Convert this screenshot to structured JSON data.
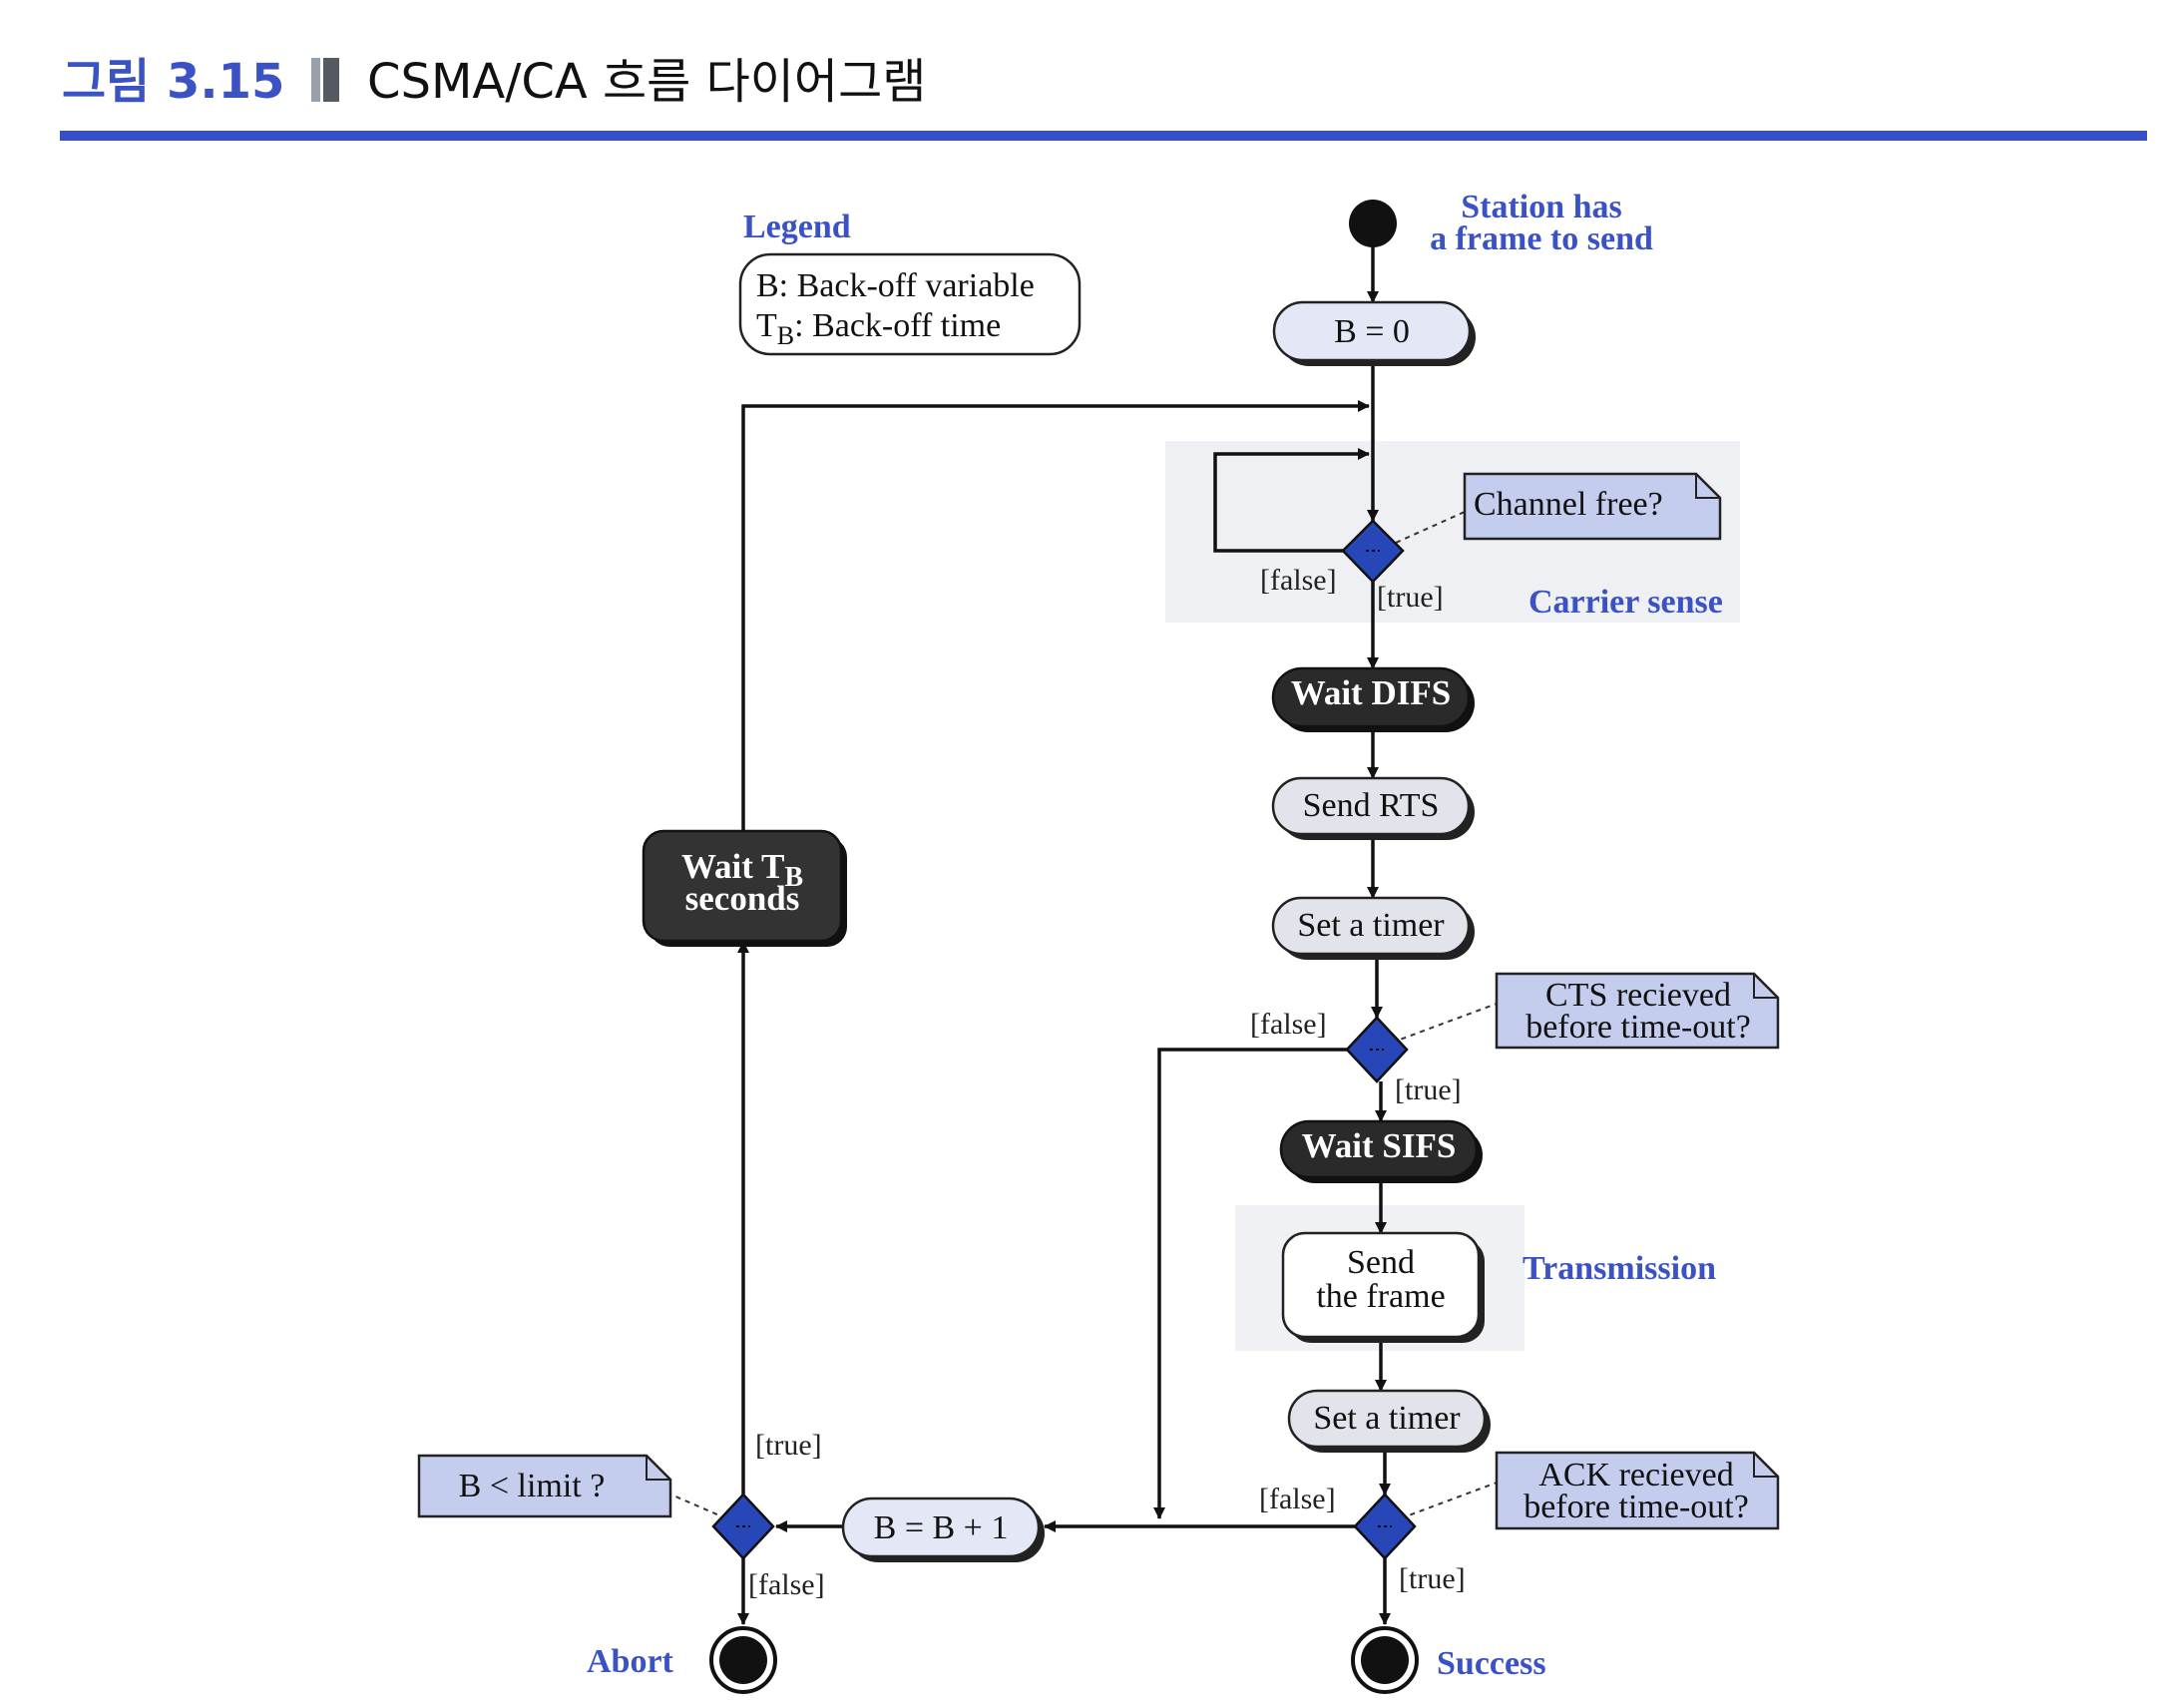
{
  "header": {
    "figure_number": "그림 3.15",
    "title": "CSMA/CA 흐름 다이어그램"
  },
  "legend": {
    "title": "Legend",
    "line1": "B: Back-off variable",
    "line2_sym": "T",
    "line2_sub": "B",
    "line2_rest": ": Back-off time"
  },
  "start": {
    "label_line1": "Station has",
    "label_line2": "a frame to send"
  },
  "nodes": {
    "b_zero": "B  = 0",
    "wait_difs": "Wait DIFS",
    "send_rts": "Send RTS",
    "set_timer_1": "Set a timer",
    "wait_sifs": "Wait SIFS",
    "send_frame_line1": "Send",
    "send_frame_line2": "the frame",
    "set_timer_2": "Set a timer",
    "b_increment": "B = B  + 1",
    "wait_tb_line1": "Wait T",
    "wait_tb_sub": "B",
    "wait_tb_line2": "seconds"
  },
  "notes": {
    "channel_free": "Channel free?",
    "cts_line1": "CTS recieved",
    "cts_line2": "before time-out?",
    "ack_line1": "ACK recieved",
    "ack_line2": "before time-out?",
    "b_limit": "B < limit ?"
  },
  "regions": {
    "carrier_sense": "Carrier sense",
    "transmission": "Transmission"
  },
  "guards": {
    "cs_false": "[false]",
    "cs_true": "[true]",
    "cts_false": "[false]",
    "cts_true": "[true]",
    "ack_false": "[false]",
    "ack_true": "[true]",
    "limit_true": "[true]",
    "limit_false": "[false]"
  },
  "ends": {
    "abort": "Abort",
    "success": "Success"
  },
  "colors": {
    "accent_blue": "#3a52c4",
    "header_rule": "#3550c8",
    "diamond_fill": "#2746b8",
    "note_fill": "#c5cdee",
    "light_node_fill": "#e2e4ec",
    "dark_node_fill": "#2a2a2a",
    "region_fill": "#eef0f4"
  }
}
